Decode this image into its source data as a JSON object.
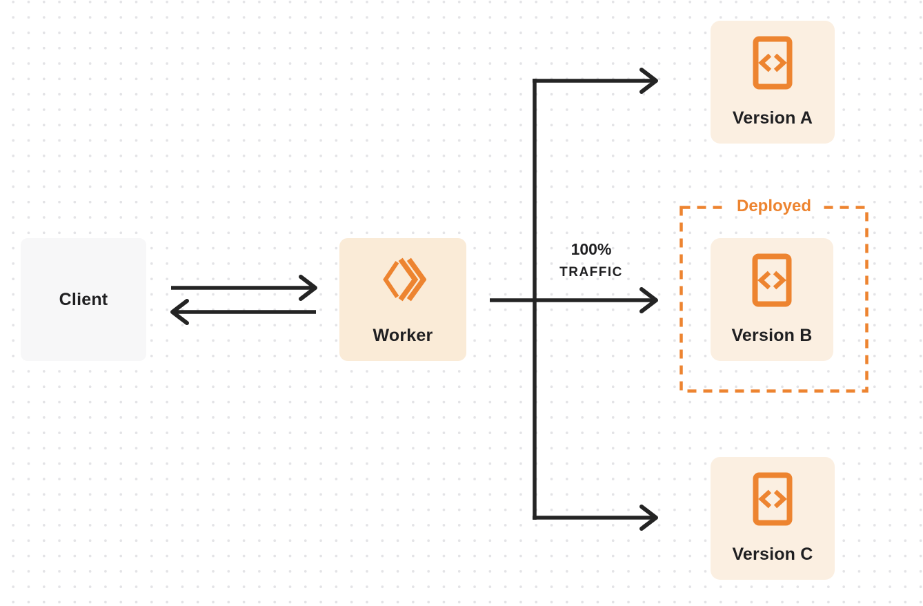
{
  "diagram": {
    "nodes": {
      "client": {
        "label": "Client"
      },
      "worker": {
        "label": "Worker",
        "icon": "workers-logo-icon"
      },
      "version_a": {
        "label": "Version A",
        "icon": "code-file-icon"
      },
      "version_b": {
        "label": "Version B",
        "icon": "code-file-icon"
      },
      "version_c": {
        "label": "Version C",
        "icon": "code-file-icon"
      }
    },
    "deployed_badge": {
      "label": "Deployed",
      "wraps": "version_b"
    },
    "traffic": {
      "line1": "100%",
      "line2": "TRAFFIC"
    },
    "edges": [
      {
        "from": "client",
        "to": "worker",
        "type": "bidirectional"
      },
      {
        "from": "worker",
        "to": "version_a",
        "type": "arrow"
      },
      {
        "from": "worker",
        "to": "version_b",
        "type": "arrow",
        "label": "100% TRAFFIC"
      },
      {
        "from": "worker",
        "to": "version_c",
        "type": "arrow"
      }
    ]
  },
  "colors": {
    "orange": "#ED8430",
    "ink": "#1F1F21",
    "arrow": "#242424",
    "worker-bg": "#FAEBD7",
    "version-bg": "#FBEFE1",
    "client-bg": "#F7F7F8",
    "dot": "#E3E3E6",
    "canvas-bg": "#FFFFFF"
  }
}
